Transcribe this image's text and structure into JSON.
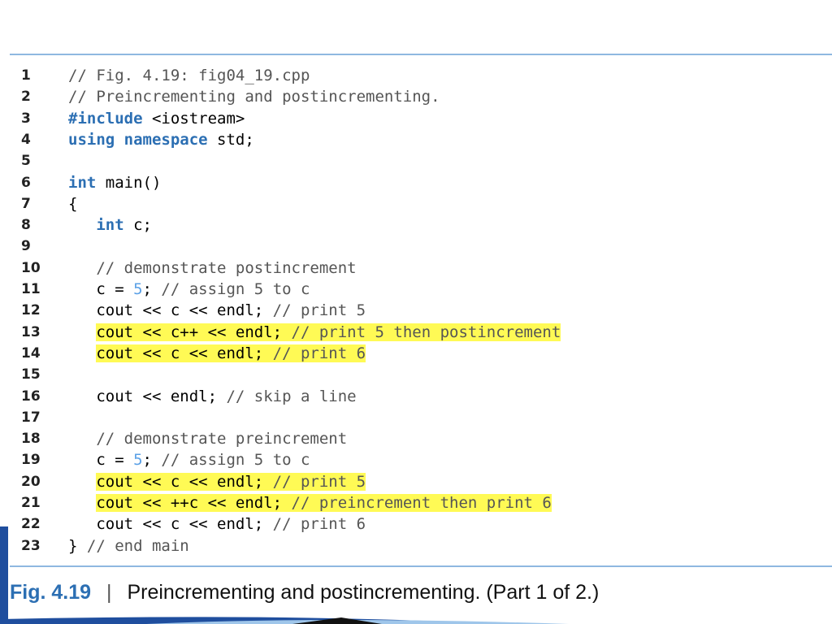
{
  "code_lines": [
    {
      "n": "1",
      "parts": [
        {
          "t": "// Fig. 4.19: fig04_19.cpp",
          "c": "cm"
        }
      ]
    },
    {
      "n": "2",
      "parts": [
        {
          "t": "// Preincrementing and postincrementing.",
          "c": "cm"
        }
      ]
    },
    {
      "n": "3",
      "parts": [
        {
          "t": "#include",
          "c": "kw"
        },
        {
          "t": " <iostream>",
          "c": ""
        }
      ]
    },
    {
      "n": "4",
      "parts": [
        {
          "t": "using",
          "c": "kw"
        },
        {
          "t": " ",
          "c": ""
        },
        {
          "t": "namespace",
          "c": "kw"
        },
        {
          "t": " std;",
          "c": ""
        }
      ]
    },
    {
      "n": "5",
      "parts": []
    },
    {
      "n": "6",
      "parts": [
        {
          "t": "int",
          "c": "kw"
        },
        {
          "t": " main()",
          "c": ""
        }
      ]
    },
    {
      "n": "7",
      "parts": [
        {
          "t": "{",
          "c": ""
        }
      ]
    },
    {
      "n": "8",
      "parts": [
        {
          "t": "   ",
          "c": ""
        },
        {
          "t": "int",
          "c": "kw"
        },
        {
          "t": " c;",
          "c": ""
        }
      ]
    },
    {
      "n": "9",
      "parts": []
    },
    {
      "n": "10",
      "parts": [
        {
          "t": "   // demonstrate postincrement",
          "c": "cm"
        }
      ]
    },
    {
      "n": "11",
      "parts": [
        {
          "t": "   c = ",
          "c": ""
        },
        {
          "t": "5",
          "c": "num"
        },
        {
          "t": "; ",
          "c": ""
        },
        {
          "t": "// assign 5 to c",
          "c": "cm"
        }
      ]
    },
    {
      "n": "12",
      "parts": [
        {
          "t": "   cout << c << endl; ",
          "c": ""
        },
        {
          "t": "// print 5",
          "c": "cm"
        }
      ]
    },
    {
      "n": "13",
      "hl": true,
      "parts": [
        {
          "t": "cout << c++ << endl; ",
          "c": ""
        },
        {
          "t": "// print 5 then postincrement",
          "c": "cm"
        }
      ]
    },
    {
      "n": "14",
      "hl": true,
      "parts": [
        {
          "t": "cout << c << endl; ",
          "c": ""
        },
        {
          "t": "// print 6",
          "c": "cm"
        }
      ]
    },
    {
      "n": "15",
      "parts": []
    },
    {
      "n": "16",
      "parts": [
        {
          "t": "   cout << endl; ",
          "c": ""
        },
        {
          "t": "// skip a line",
          "c": "cm"
        }
      ]
    },
    {
      "n": "17",
      "parts": []
    },
    {
      "n": "18",
      "parts": [
        {
          "t": "   // demonstrate preincrement",
          "c": "cm"
        }
      ]
    },
    {
      "n": "19",
      "parts": [
        {
          "t": "   c = ",
          "c": ""
        },
        {
          "t": "5",
          "c": "num"
        },
        {
          "t": "; ",
          "c": ""
        },
        {
          "t": "// assign 5 to c",
          "c": "cm"
        }
      ]
    },
    {
      "n": "20",
      "hl": true,
      "parts": [
        {
          "t": "cout << c << endl; ",
          "c": ""
        },
        {
          "t": "// print 5",
          "c": "cm"
        }
      ]
    },
    {
      "n": "21",
      "hl": true,
      "parts": [
        {
          "t": "cout << ++c << endl; ",
          "c": ""
        },
        {
          "t": "// preincrement then print 6",
          "c": "cm"
        }
      ]
    },
    {
      "n": "22",
      "parts": [
        {
          "t": "   cout << c << endl; ",
          "c": ""
        },
        {
          "t": "// print 6",
          "c": "cm"
        }
      ]
    },
    {
      "n": "23",
      "parts": [
        {
          "t": "} ",
          "c": ""
        },
        {
          "t": "// end main",
          "c": "cm"
        }
      ]
    }
  ],
  "caption": {
    "label": "Fig. 4.19",
    "separator": "|",
    "text": "Preincrementing and postincrementing. (Part 1 of 2.)"
  },
  "colors": {
    "highlight": "#fffa55",
    "keyword": "#2c6fb3",
    "rule": "#8fb8e0"
  }
}
